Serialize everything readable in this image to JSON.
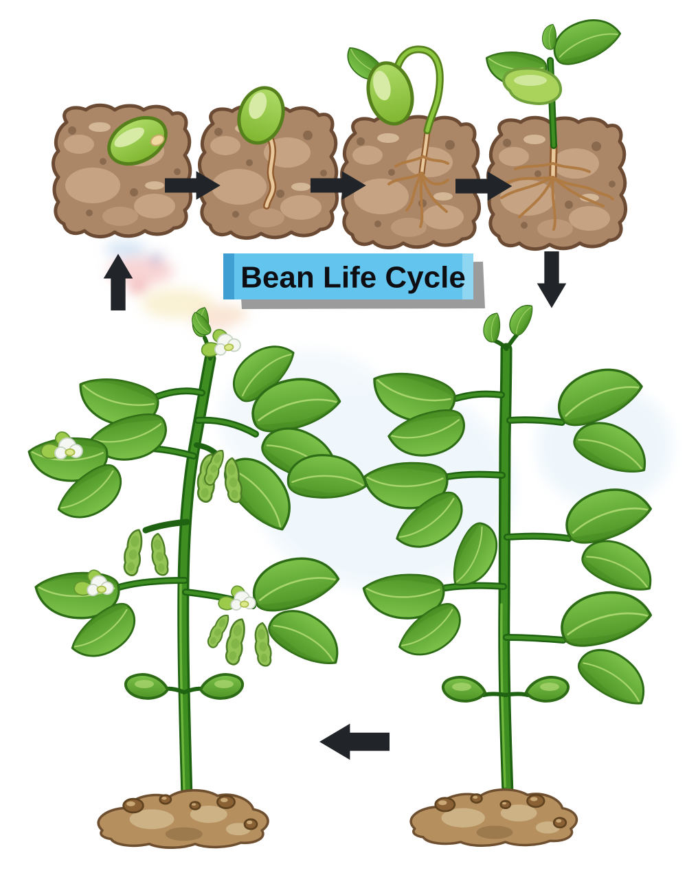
{
  "title": {
    "label": "Bean Life Cycle"
  },
  "diagram": {
    "subject": "bean plant life cycle",
    "stage_icons": [
      "seed-in-soil",
      "germinating-seed-with-radicle",
      "sprout-arching-above-soil-with-roots",
      "seedling-with-first-leaves-and-root-system",
      "young-leafy-plant",
      "mature-plant-with-flowers-and-bean-pods"
    ],
    "arrow_icons": [
      "arrow-right-stage1-to-stage2",
      "arrow-right-stage2-to-stage3",
      "arrow-right-stage3-to-stage4",
      "arrow-down-stage4-to-young-plant",
      "arrow-left-young-plant-to-mature-plant",
      "arrow-up-mature-plant-to-seed"
    ]
  },
  "colors": {
    "background": "#FFFFFF",
    "banner_fill": "#63C5EE",
    "banner_left_strip": "#3F9FD2",
    "banner_shadow": "#9B9B9B",
    "title_text": "#0E0E12",
    "arrow": "#212529",
    "soil_base": "#AC8767",
    "soil_light_patch": "#C6A483",
    "soil_outline": "#6B4B33",
    "seed_green": "#8CC63F",
    "leaf_green_light": "#7CC24A",
    "leaf_green_dark": "#4E9527",
    "stem_green": "#2B7C17",
    "root_tan": "#E9C89B",
    "root_brown": "#8F5B2E",
    "flower_white": "#F5F7F2",
    "pod_green": "#94C455",
    "mound_brown": "#B58F5E"
  }
}
